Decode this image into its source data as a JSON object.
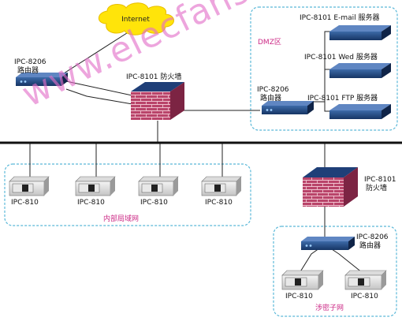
{
  "internet": {
    "label": "Internet"
  },
  "dmz": {
    "zone_label": "DMZ区",
    "router": {
      "model": "IPC-8206",
      "role": "路由器"
    },
    "servers": [
      {
        "label": "IPC-8101  E-mail 服务器"
      },
      {
        "label": "IPC-8101  Wed 服务器"
      },
      {
        "label": "IPC-8101  FTP 服务器"
      }
    ]
  },
  "edge_router": {
    "model": "IPC-8206",
    "role": "路由器"
  },
  "main_firewall": {
    "label": "IPC-8101  防火墙"
  },
  "lan": {
    "zone_label": "内部局域网",
    "hosts": [
      {
        "label": "IPC-810"
      },
      {
        "label": "IPC-810"
      },
      {
        "label": "IPC-810"
      },
      {
        "label": "IPC-810"
      }
    ]
  },
  "secure_net": {
    "zone_label": "涉密子网",
    "firewall": {
      "model": "IPC-8101",
      "role": "防火墙"
    },
    "router": {
      "model": "IPC-8206",
      "role": "路由器"
    },
    "hosts": [
      {
        "label": "IPC-810"
      },
      {
        "label": "IPC-810"
      }
    ]
  },
  "watermark": "www.elecfans.com",
  "colors": {
    "zone_border": "#5ab8d8",
    "zone_label": "#cc2a86",
    "backbone": "#111111",
    "brick": "#b9446a",
    "watermark": "#e26ec8"
  }
}
